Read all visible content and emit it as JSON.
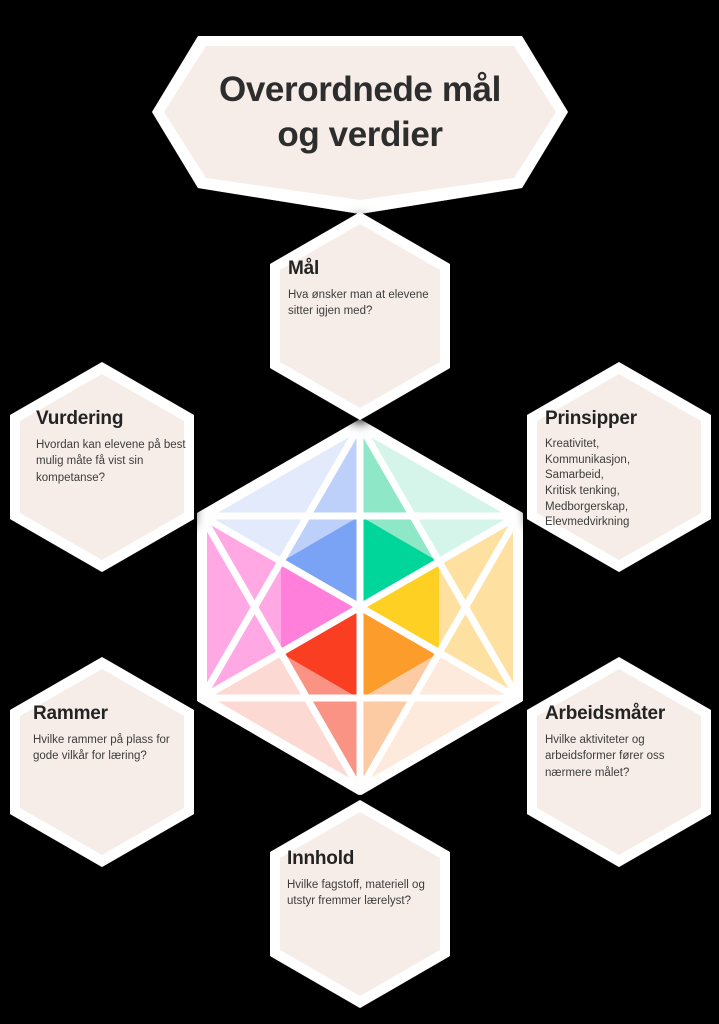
{
  "meta": {
    "background_color": "#000000",
    "hexagon_fill": "#F6EDE8",
    "hexagon_border": "#FFFFFF",
    "title_text_color": "#2D2D2D",
    "body_text_color": "#3C3C3C",
    "shadow_color": "#000000"
  },
  "banner": {
    "name": "overordnede-mal-og-verdier",
    "line1": "Overordnede mål",
    "line2": "og verdier"
  },
  "nodes": [
    {
      "id": "mal",
      "title": "Mål",
      "body": "Hva ønsker man at elevene sitter igjen med?"
    },
    {
      "id": "vurdering",
      "title": "Vurdering",
      "body": "Hvordan kan elevene på best mulig måte få vist sin kompetanse?"
    },
    {
      "id": "prinsipper",
      "title": "Prinsipper",
      "body": "Kreativitet,\nKommunikasjon,\nSamarbeid,\nKritisk tenking,\nMedborgerskap,\nElevmedvirkning"
    },
    {
      "id": "rammer",
      "title": "Rammer",
      "body": "Hvilke rammer på plass for gode vilkår for læring?"
    },
    {
      "id": "arbeidsmater",
      "title": "Arbeidsmåter",
      "body": "Hvilke aktiviteter og arbeidsformer fører oss nærmere målet?"
    },
    {
      "id": "innhold",
      "title": "Innhold",
      "body": "Hvilke fagstoff, materiell og utstyr fremmer lærelyst?"
    }
  ],
  "center_graphic": {
    "name": "six-color-star-hexagon",
    "description": "Hexagon divided into six colored sectors with an overlaid six-pointed star; each sector shows three tints of its hue.",
    "sectors": [
      {
        "name": "blue",
        "strong": "#7BA3F5",
        "mid": "#BDD0FA",
        "pale": "#E3EAFC"
      },
      {
        "name": "green",
        "strong": "#00D59A",
        "mid": "#8EE8C8",
        "pale": "#D6F5EA"
      },
      {
        "name": "yellow",
        "strong": "#FFD024",
        "mid": "#FEE0A0",
        "pale": "#FDF3DC"
      },
      {
        "name": "orange",
        "strong": "#FC9D2B",
        "mid": "#FCCBA3",
        "pale": "#FDEADC"
      },
      {
        "name": "red",
        "strong": "#FA3E21",
        "mid": "#FA9384",
        "pale": "#FDD9D3"
      },
      {
        "name": "pink",
        "strong": "#FF7FDB",
        "mid": "#FFA8E4",
        "pale": "#FCDDF2"
      }
    ],
    "separator_color": "#FFFFFF"
  }
}
